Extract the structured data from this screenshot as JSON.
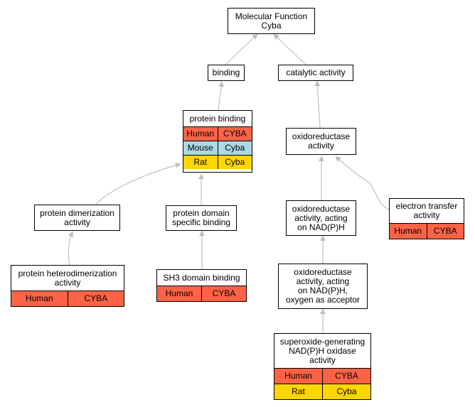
{
  "colors": {
    "human": "#ff6347",
    "mouse": "#add8e6",
    "rat": "#ffd700",
    "edge": "#bfbfbf"
  },
  "nodes": {
    "root": {
      "label": "Molecular Function\nCyba"
    },
    "binding": {
      "label": "binding"
    },
    "catalytic": {
      "label": "catalytic activity"
    },
    "protein_binding": {
      "label": "protein binding",
      "rows": [
        {
          "species": "Human",
          "gene": "CYBA"
        },
        {
          "species": "Mouse",
          "gene": "Cyba"
        },
        {
          "species": "Rat",
          "gene": "Cyba"
        }
      ]
    },
    "oxidoreductase": {
      "label": "oxidoreductase\nactivity"
    },
    "dimerization": {
      "label": "protein dimerization\nactivity"
    },
    "domain_specific": {
      "label": "protein domain\nspecific binding"
    },
    "electron_transfer": {
      "label": "electron transfer\nactivity",
      "rows": [
        {
          "species": "Human",
          "gene": "CYBA"
        }
      ]
    },
    "oxidoreductase_nadph": {
      "label": "oxidoreductase\nactivity, acting\non NAD(P)H"
    },
    "heterodimerization": {
      "label": "protein heterodimerization\nactivity",
      "rows": [
        {
          "species": "Human",
          "gene": "CYBA"
        }
      ]
    },
    "sh3": {
      "label": "SH3 domain binding",
      "rows": [
        {
          "species": "Human",
          "gene": "CYBA"
        }
      ]
    },
    "oxygen_acceptor": {
      "label": "oxidoreductase\nactivity, acting\non NAD(P)H,\noxygen as acceptor"
    },
    "superoxide": {
      "label": "superoxide-generating\nNAD(P)H oxidase\nactivity",
      "rows": [
        {
          "species": "Human",
          "gene": "CYBA"
        },
        {
          "species": "Rat",
          "gene": "Cyba"
        }
      ]
    }
  }
}
